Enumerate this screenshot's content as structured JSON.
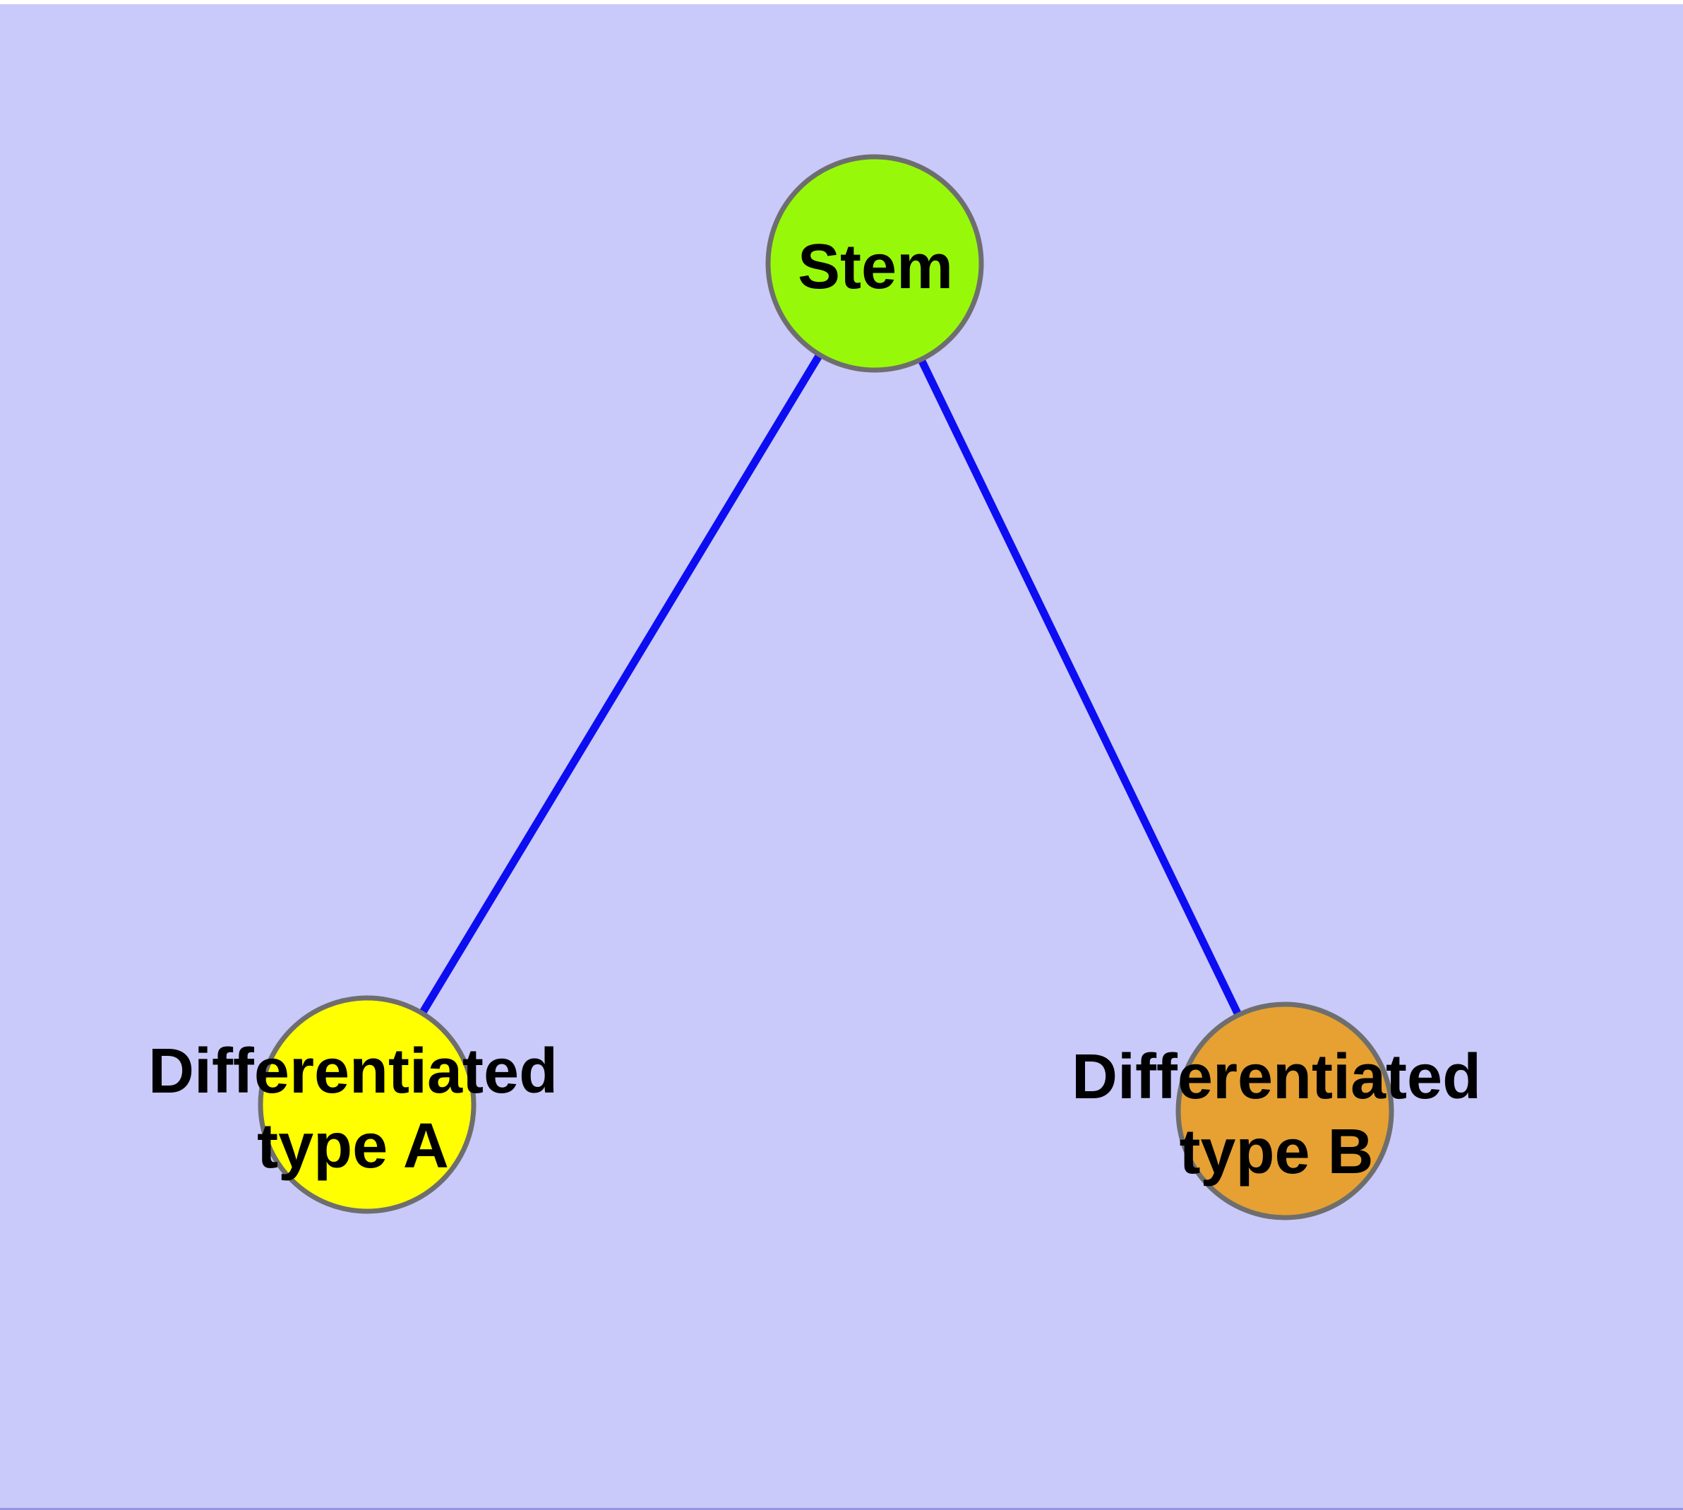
{
  "diagram": {
    "title": null,
    "background_color": "#C9C9FA",
    "page_margin_color": "#FFFFFF",
    "edge_color": "#0D0DF2",
    "node_border_color": "#6E6E6E",
    "label_color": "#000000",
    "nodes": [
      {
        "id": "stem",
        "label": "Stem",
        "label_line1": "Stem",
        "label_line2": "",
        "fill": "#97F909"
      },
      {
        "id": "differentiated-type-a",
        "label": "Differentiated type A",
        "label_line1": "Differentiated",
        "label_line2": "type A",
        "fill": "#FFFF00"
      },
      {
        "id": "differentiated-type-b",
        "label": "Differentiated type B",
        "label_line1": "Differentiated",
        "label_line2": "type B",
        "fill": "#E6A132"
      }
    ],
    "edges": [
      {
        "from": "Stem",
        "to": "Differentiated type A"
      },
      {
        "from": "Stem",
        "to": "Differentiated type B"
      }
    ]
  }
}
